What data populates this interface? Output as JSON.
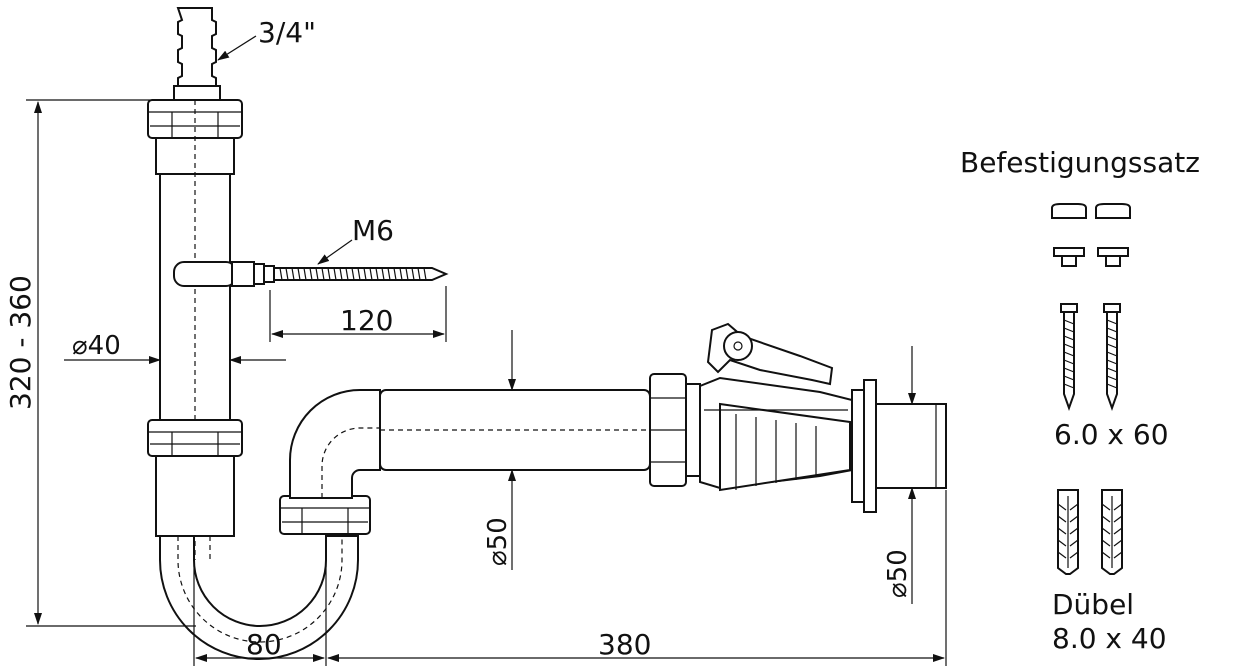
{
  "diagram": {
    "labels": {
      "hose_connector": "3/4\"",
      "bolt_thread": "M6",
      "bolt_length": "120",
      "pipe_diameter": "⌀40",
      "height_range": "320 - 360",
      "width_left": "80",
      "width_right": "380",
      "outlet_diameter_1": "⌀50",
      "outlet_diameter_2": "⌀50"
    },
    "kit": {
      "title": "Befestigungssatz",
      "screw_label": "6.0 x 60",
      "dowel_name": "Dübel",
      "dowel_size": "8.0 x 40"
    }
  }
}
